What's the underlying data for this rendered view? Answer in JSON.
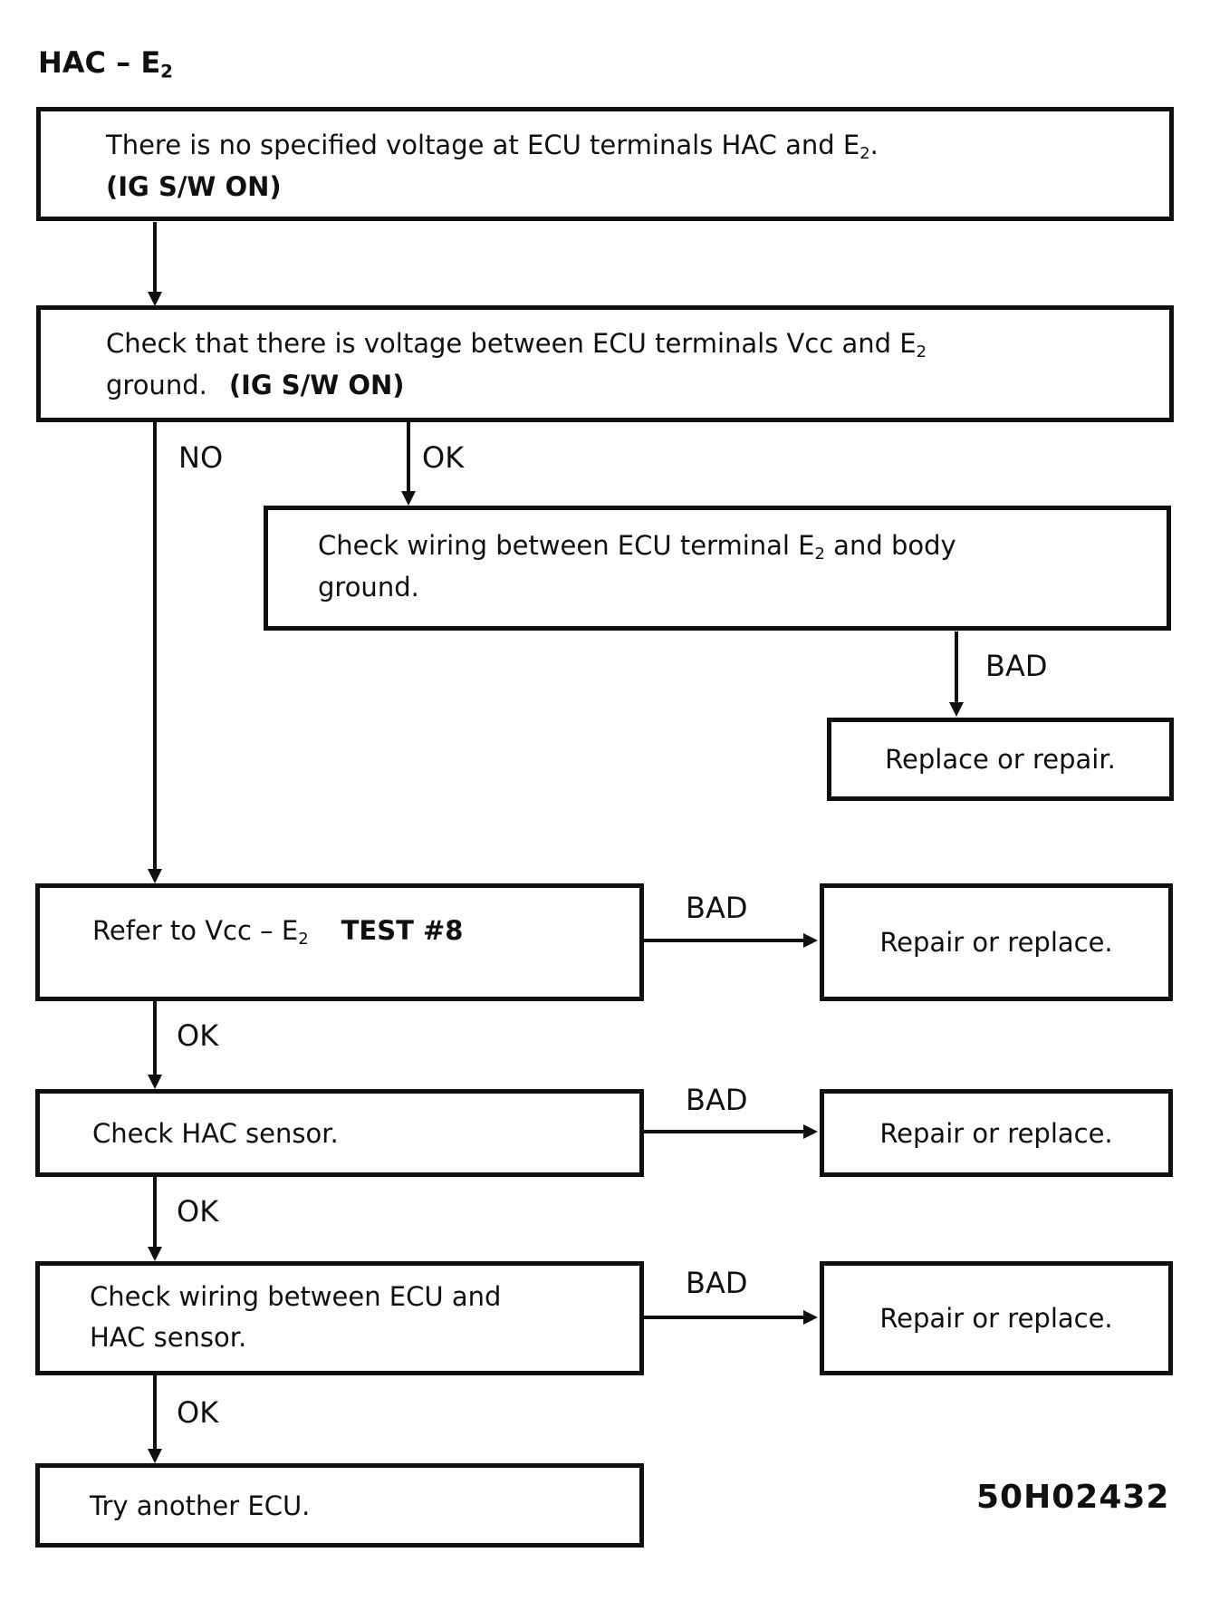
{
  "title": {
    "main": "HAC – E",
    "sub": "2"
  },
  "figure_code": "50H02432",
  "boxes": {
    "no_voltage": {
      "line1_a": "There is no specified voltage at ECU terminals HAC and E",
      "line1_sub": "2",
      "line1_b": ".",
      "line2": "(IG S/W ON)"
    },
    "check_vcc": {
      "line1_a": "Check that there is voltage between ECU terminals Vcc and E",
      "line1_sub": "2",
      "line2_a": "ground.",
      "line2_b": "(IG S/W ON)"
    },
    "check_wiring_e2": {
      "line1_a": "Check wiring between ECU terminal E",
      "line1_sub": "2",
      "line1_b": " and body",
      "line2": "ground."
    },
    "replace_or_repair": {
      "text": "Replace or repair."
    },
    "refer_vcc": {
      "text_a": "Refer to Vcc – E",
      "sub": "2",
      "test": "TEST #8"
    },
    "repair_or_replace_1": {
      "text": "Repair or replace."
    },
    "check_hac_sensor": {
      "text": "Check HAC sensor."
    },
    "repair_or_replace_2": {
      "text": "Repair or replace."
    },
    "check_wiring_hac": {
      "line1": "Check wiring between ECU and",
      "line2": "HAC sensor."
    },
    "repair_or_replace_3": {
      "text": "Repair or replace."
    },
    "try_another_ecu": {
      "text": "Try another ECU."
    }
  },
  "edges": {
    "no": "NO",
    "ok_vcc": "OK",
    "bad_ground_wiring": "BAD",
    "bad_test8": "BAD",
    "ok_test8": "OK",
    "bad_hac_sensor": "BAD",
    "ok_hac_sensor": "OK",
    "bad_ecu_wiring": "BAD",
    "ok_ecu_wiring": "OK"
  },
  "colors": {
    "ink": "#101010",
    "paper": "#fdfdfb"
  }
}
